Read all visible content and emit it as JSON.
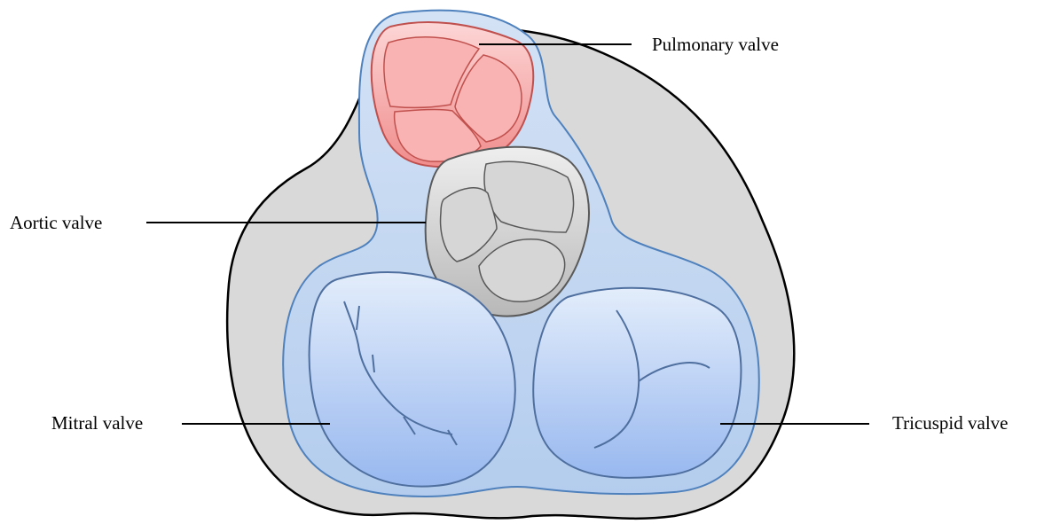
{
  "labels": {
    "pulmonary": "Pulmonary valve",
    "aortic": "Aortic valve",
    "mitral": "Mitral valve",
    "tricuspid": "Tricuspid valve"
  },
  "colors": {
    "background": "#ffffff",
    "heart_outline_fill": "#d9d9d9",
    "heart_outline_stroke": "#000000",
    "annulus_fill": "#c6d9f1",
    "annulus_stroke": "#4f81bd",
    "pulmonary_fill": "#f4a6a6",
    "pulmonary_stroke": "#c0504d",
    "aortic_fill": "#d0d0d0",
    "aortic_stroke": "#595959",
    "av_valve_fill": "#bcd3f5",
    "av_valve_stroke": "#4f6f9f",
    "leader_line": "#000000"
  }
}
